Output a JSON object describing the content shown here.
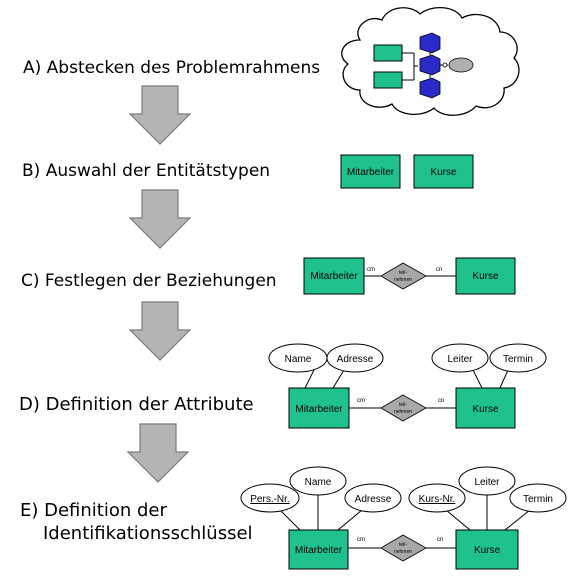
{
  "steps": [
    {
      "label": "A) Abstecken des Problemrahmens"
    },
    {
      "label": "B) Auswahl der Entitätstypen"
    },
    {
      "label": "C) Festlegen der Beziehungen"
    },
    {
      "label": "D) Definition der Attribute"
    },
    {
      "label_line1": "E) Definition der",
      "label_line2": "Identifikationsschlüssel"
    }
  ],
  "entities": {
    "employee": "Mitarbeiter",
    "courses": "Kurse"
  },
  "relationship": {
    "line1": "teil-",
    "line2": "nehmen"
  },
  "cardinalities": {
    "left": "cm",
    "right": "cn"
  },
  "attributes": {
    "name": "Name",
    "address": "Adresse",
    "leader": "Leiter",
    "date": "Termin",
    "pers_nr": "Pers.-Nr.",
    "kurs_nr": "Kurs-Nr."
  },
  "colors": {
    "entity": "#1fc28e",
    "relationship": "#a8a8a8",
    "arrow": "#b4b4b4",
    "cloud_shape": "#2a2ac8",
    "cloud_oval": "#b0b0b0"
  }
}
